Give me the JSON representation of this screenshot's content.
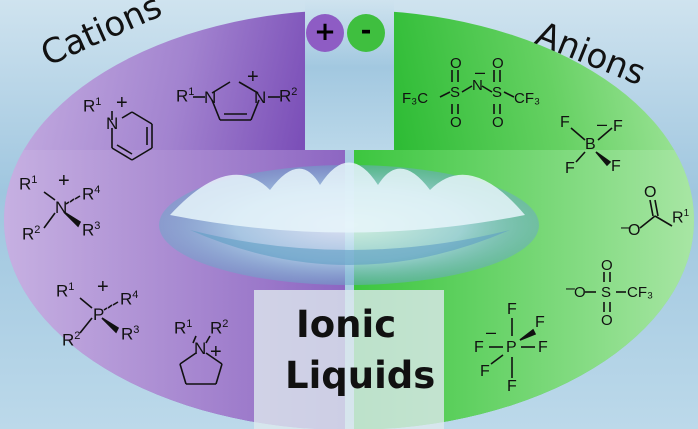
{
  "groups": {
    "cations_title": "Cations",
    "anions_title": "Anions",
    "plus_sign": "+",
    "minus_sign": "-"
  },
  "center": {
    "line1": "Ionic",
    "line2": "Liquids"
  },
  "cations": {
    "imidazolium": {
      "r1": "R",
      "r1_sup": "1",
      "n_left": "N",
      "n_right": "N",
      "r2": "R",
      "r2_sup": "2",
      "charge": "+"
    },
    "pyridinium": {
      "r1": "R",
      "r1_sup": "1",
      "n": "N",
      "charge": "+"
    },
    "ammonium": {
      "r1": "R",
      "r1_sup": "1",
      "n": "N",
      "charge": "+",
      "r2": "R",
      "r2_sup": "2",
      "r3": "R",
      "r3_sup": "3",
      "r4": "R",
      "r4_sup": "4"
    },
    "phosphonium": {
      "r1": "R",
      "r1_sup": "1",
      "p": "P",
      "charge": "+",
      "r2": "R",
      "r2_sup": "2",
      "r3": "R",
      "r3_sup": "3",
      "r4": "R",
      "r4_sup": "4"
    },
    "pyrrolidinium": {
      "r1": "R",
      "r1_sup": "1",
      "r2": "R",
      "r2_sup": "2",
      "n": "N",
      "charge": "+"
    }
  },
  "anions": {
    "tfsi": {
      "left": "F₃C",
      "s1": "S",
      "n": "N",
      "charge": "–",
      "s2": "S",
      "right": "CF₃",
      "o": "O"
    },
    "bf4": {
      "b": "B",
      "f": "F",
      "charge": "–"
    },
    "carboxylate": {
      "o_minus": "O",
      "charge": "–",
      "o": "O",
      "r": "R",
      "r_sup": "1"
    },
    "triflate": {
      "charge": "–",
      "o": "O",
      "s": "S",
      "cf3": "CF₃"
    },
    "pf6": {
      "p": "P",
      "f": "F",
      "charge": "–"
    }
  },
  "colors": {
    "cation_panel": "#8c62c0",
    "anion_panel": "#3fc83f",
    "plus_circle": "#8e5cc4",
    "minus_circle": "#3fbf3f",
    "water": "#9cc9e2"
  }
}
